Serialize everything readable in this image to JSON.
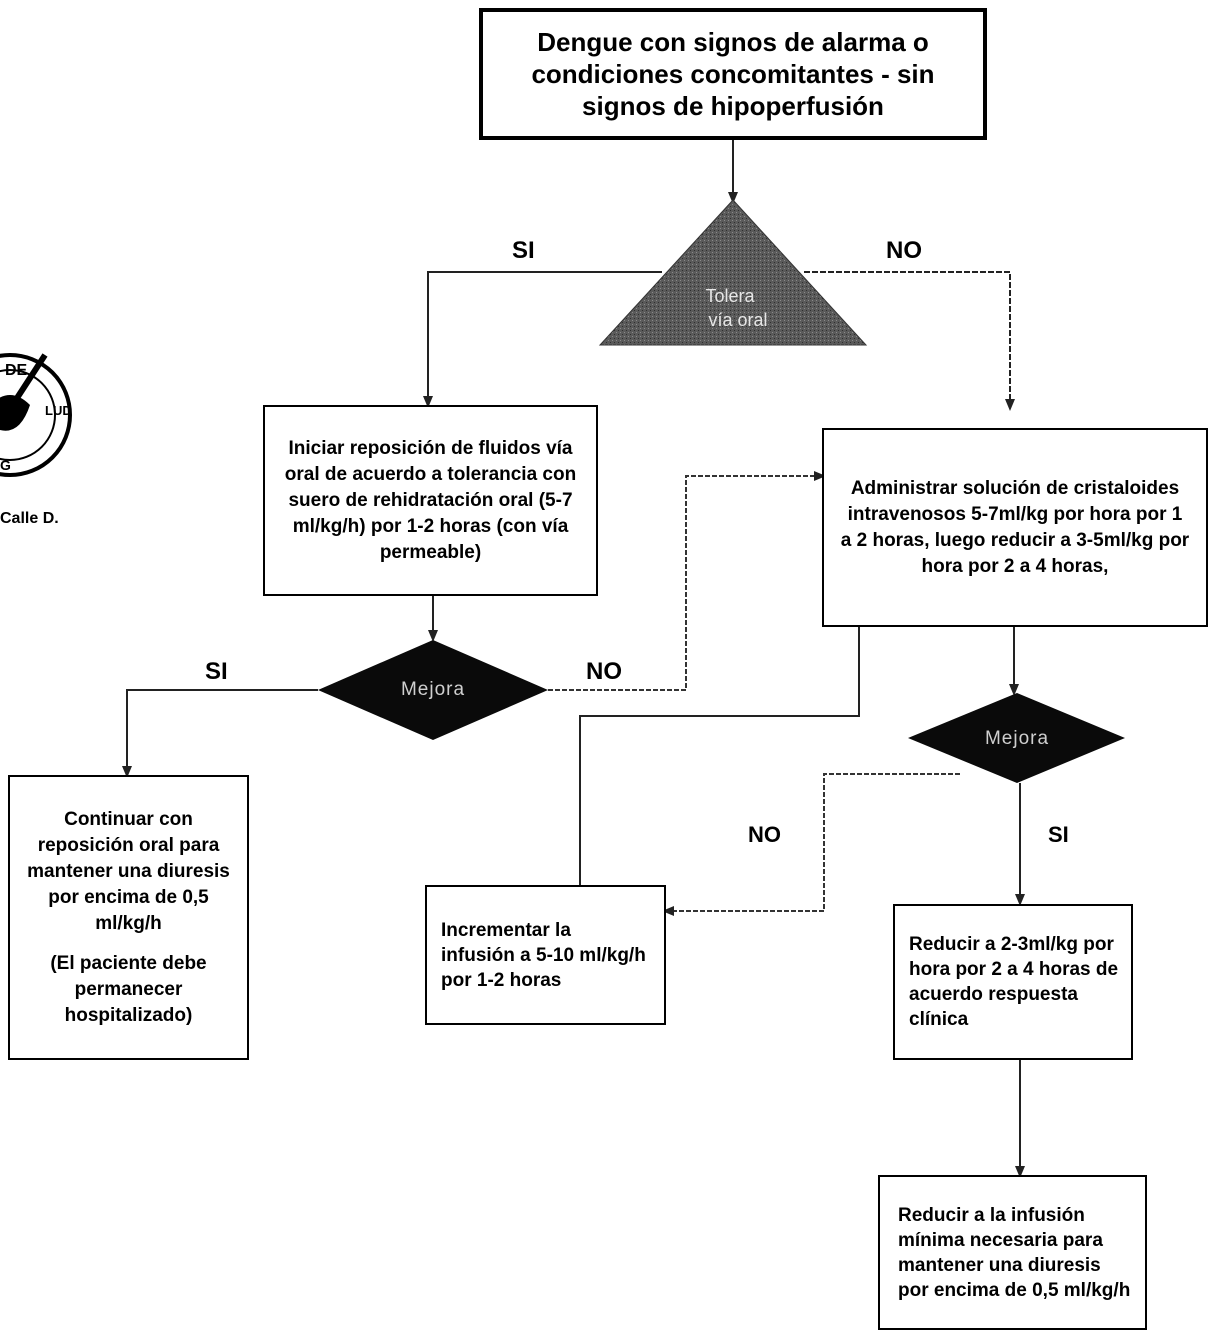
{
  "start_box": "Dengue con signos de alarma o condiciones concomitantes - sin signos de hipoperfusión",
  "decision_tolera": "Tolera vía oral",
  "label_si_top": "SI",
  "label_no_top": "NO",
  "box_oral": "Iniciar reposición de fluidos vía oral de acuerdo a tolerancia con suero de rehidratación oral (5-7 ml/kg/h) por 1-2 horas (con vía permeable)",
  "box_iv": "Administrar solución de cristaloides intravenosos 5-7ml/kg por hora por 1 a 2 horas, luego reducir a 3-5ml/kg por hora por 2 a 4 horas,",
  "decision_mejora_left": "Mejora",
  "label_si_left": "SI",
  "label_no_left": "NO",
  "decision_mejora_right": "Mejora",
  "label_no_right": "NO",
  "label_si_right": "SI",
  "box_continuar": "Continuar con reposición oral para mantener una diuresis por encima de 0,5 ml/kg/h",
  "box_continuar_note": "(El paciente debe permanecer hospitalizado)",
  "box_incrementar": "Incrementar la infusión a 5-10 ml/kg/h por 1-2 horas",
  "box_reducir": "Reducir a 2-3ml/kg por hora por 2 a 4 horas de acuerdo respuesta clínica",
  "box_minima": "Reducir a la infusión mínima necesaria para mantener una diuresis por encima de 0,5 ml/kg/h",
  "seal_text": "Calle D."
}
